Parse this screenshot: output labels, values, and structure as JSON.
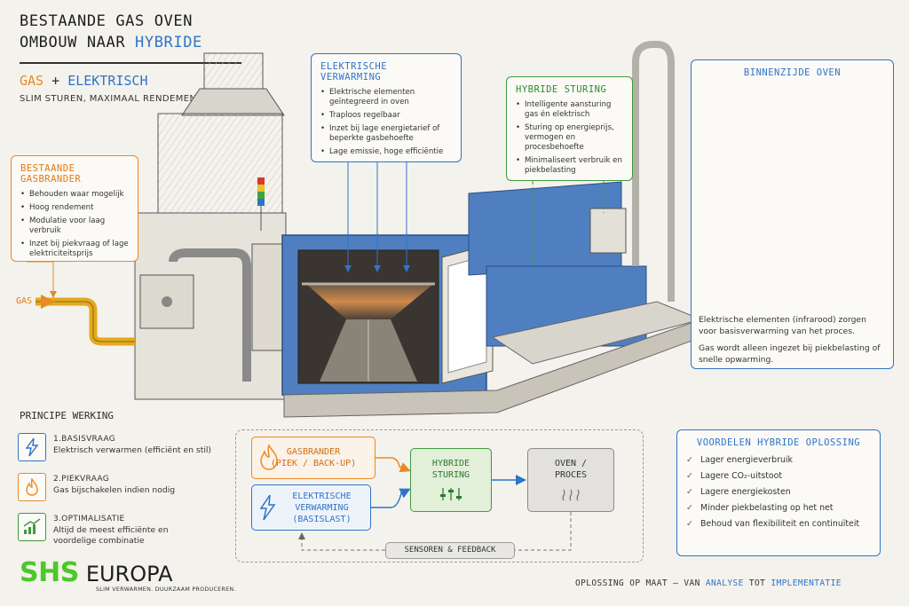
{
  "header": {
    "title_line1": "BESTAANDE GAS OVEN",
    "title_line2_prefix": "OMBOUW NAAR",
    "title_line2_highlight": "HYBRIDE",
    "subtitle_gas": "GAS",
    "subtitle_plus": "+",
    "subtitle_elek": "ELEKTRISCH",
    "tagline": "SLIM STUREN, MAXIMAAL RENDEMENT"
  },
  "gas_label": "GAS",
  "boxes": {
    "gasbrander": {
      "title": "BESTAANDE GASBRANDER",
      "items": [
        "Behouden waar mogelijk",
        "Hoog rendement",
        "Modulatie voor laag verbruik",
        "Inzet bij piekvraag of lage elektriciteitsprijs"
      ]
    },
    "elektrisch": {
      "title": "ELEKTRISCHE VERWARMING",
      "items": [
        "Elektrische elementen geïntegreerd in oven",
        "Traploos regelbaar",
        "Inzet bij lage energietarief of beperkte gasbehoefte",
        "Lage emissie, hoge efficiëntie"
      ]
    },
    "hybride": {
      "title": "HYBRIDE STURING",
      "items": [
        "Intelligente aansturing gas én elektrisch",
        "Sturing op energieprijs, vermogen en procesbehoefte",
        "Minimaliseert verbruik en piekbelasting"
      ]
    },
    "binnenzijde": {
      "title": "BINNENZIJDE OVEN",
      "text1": "Elektrische elementen (infrarood) zorgen voor basisverwarming van het proces.",
      "text2": "Gas wordt alleen ingezet bij piekbelasting of snelle opwarming."
    }
  },
  "principe": {
    "title": "PRINCIPE WERKING",
    "steps": [
      {
        "title": "1.BASISVRAAG",
        "desc": "Elektrisch verwarmen (efficiënt en stil)",
        "icon": "lightning-icon"
      },
      {
        "title": "2.PIEKVRAAG",
        "desc": "Gas bijschakelen indien nodig",
        "icon": "flame-icon"
      },
      {
        "title": "3.OPTIMALISATIE",
        "desc": "Altijd de meest efficiënte en voordelige combinatie",
        "icon": "chart-up-icon"
      }
    ]
  },
  "flow": {
    "gas_node_l1": "GASBRANDER",
    "gas_node_l2": "(PIEK / BACK-UP)",
    "elek_node_l1": "ELEKTRISCHE",
    "elek_node_l2": "VERWARMING",
    "elek_node_l3": "(BASISLAST)",
    "hyb_node_l1": "HYBRIDE",
    "hyb_node_l2": "STURING",
    "oven_node_l1": "OVEN /",
    "oven_node_l2": "PROCES",
    "feedback": "SENSOREN & FEEDBACK"
  },
  "voordelen": {
    "title": "VOORDELEN HYBRIDE OPLOSSING",
    "items": [
      "Lager energieverbruik",
      "Lagere CO₂-uitstoot",
      "Lagere energiekosten",
      "Minder piekbelasting op het net",
      "Behoud van flexibiliteit en continuïteit"
    ]
  },
  "logo": {
    "shs": "SHS",
    "europa": "EUROPA",
    "tagline": "SLIM VERWARMEN. DUURZAAM PRODUCEREN."
  },
  "footer": {
    "part1": "OPLOSSING OP MAAT – VAN",
    "hl1": "ANALYSE",
    "part2": "TOT",
    "hl2": "IMPLEMENTATIE"
  },
  "colors": {
    "orange": "#e88a25",
    "blue": "#2f74c9",
    "green": "#3e9a3e",
    "brand_green": "#4bc82a"
  }
}
